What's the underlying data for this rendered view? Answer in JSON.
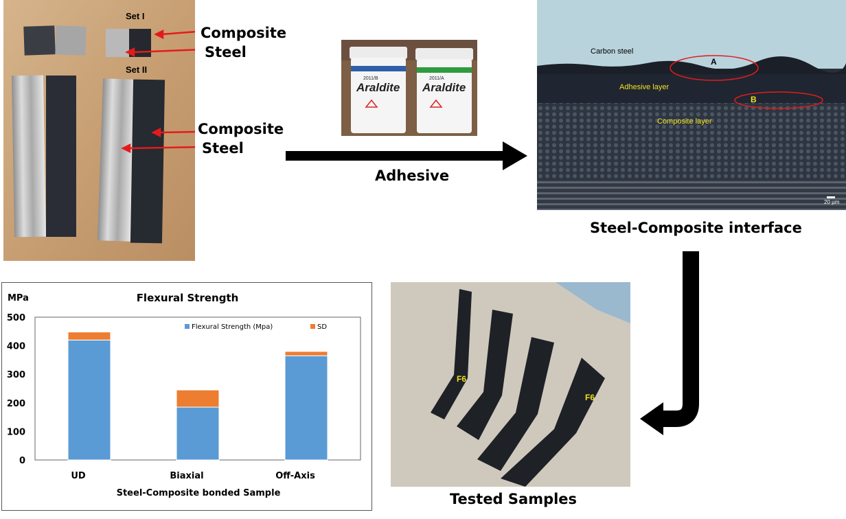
{
  "photo_samples": {
    "set1_label": "Set I",
    "set2_label": "Set II",
    "set1_composite_label": "Composite",
    "set1_steel_label": "Steel",
    "set2_composite_label": "Composite",
    "set2_steel_label": "Steel"
  },
  "adhesive": {
    "jar1_brand": "Araldite",
    "jar1_model": "2011/B",
    "jar2_brand": "Araldite",
    "jar2_model": "2011/A",
    "arrow_label": "Adhesive"
  },
  "micrograph": {
    "carbon_steel_label": "Carbon steel",
    "adhesive_layer_label": "Adhesive layer",
    "composite_layer_label": "Composite layer",
    "region_a_label": "A",
    "region_b_label": "B",
    "scale_label": "20 µm",
    "caption": "Steel-Composite interface"
  },
  "tested": {
    "caption": "Tested  Samples",
    "tag1": "F6",
    "tag2": "F6"
  },
  "chart_data": {
    "type": "bar",
    "title": "Flexural Strength",
    "ylabel": "MPa",
    "xlabel": "Steel-Composite bonded Sample",
    "categories": [
      "UD",
      "Biaxial",
      "Off-Axis"
    ],
    "series": [
      {
        "name": "Flexural Strength (Mpa)",
        "values": [
          420,
          185,
          365
        ]
      },
      {
        "name": "SD",
        "values": [
          28,
          60,
          15
        ]
      }
    ],
    "stacked": true,
    "ylim": [
      0,
      500
    ],
    "yticks": [
      "0",
      "100",
      "200",
      "300",
      "400",
      "500"
    ],
    "grid": false,
    "legend_position": "top-right",
    "colors": {
      "Flexural Strength (Mpa)": "#5b9bd5",
      "SD": "#ed7d31"
    }
  }
}
